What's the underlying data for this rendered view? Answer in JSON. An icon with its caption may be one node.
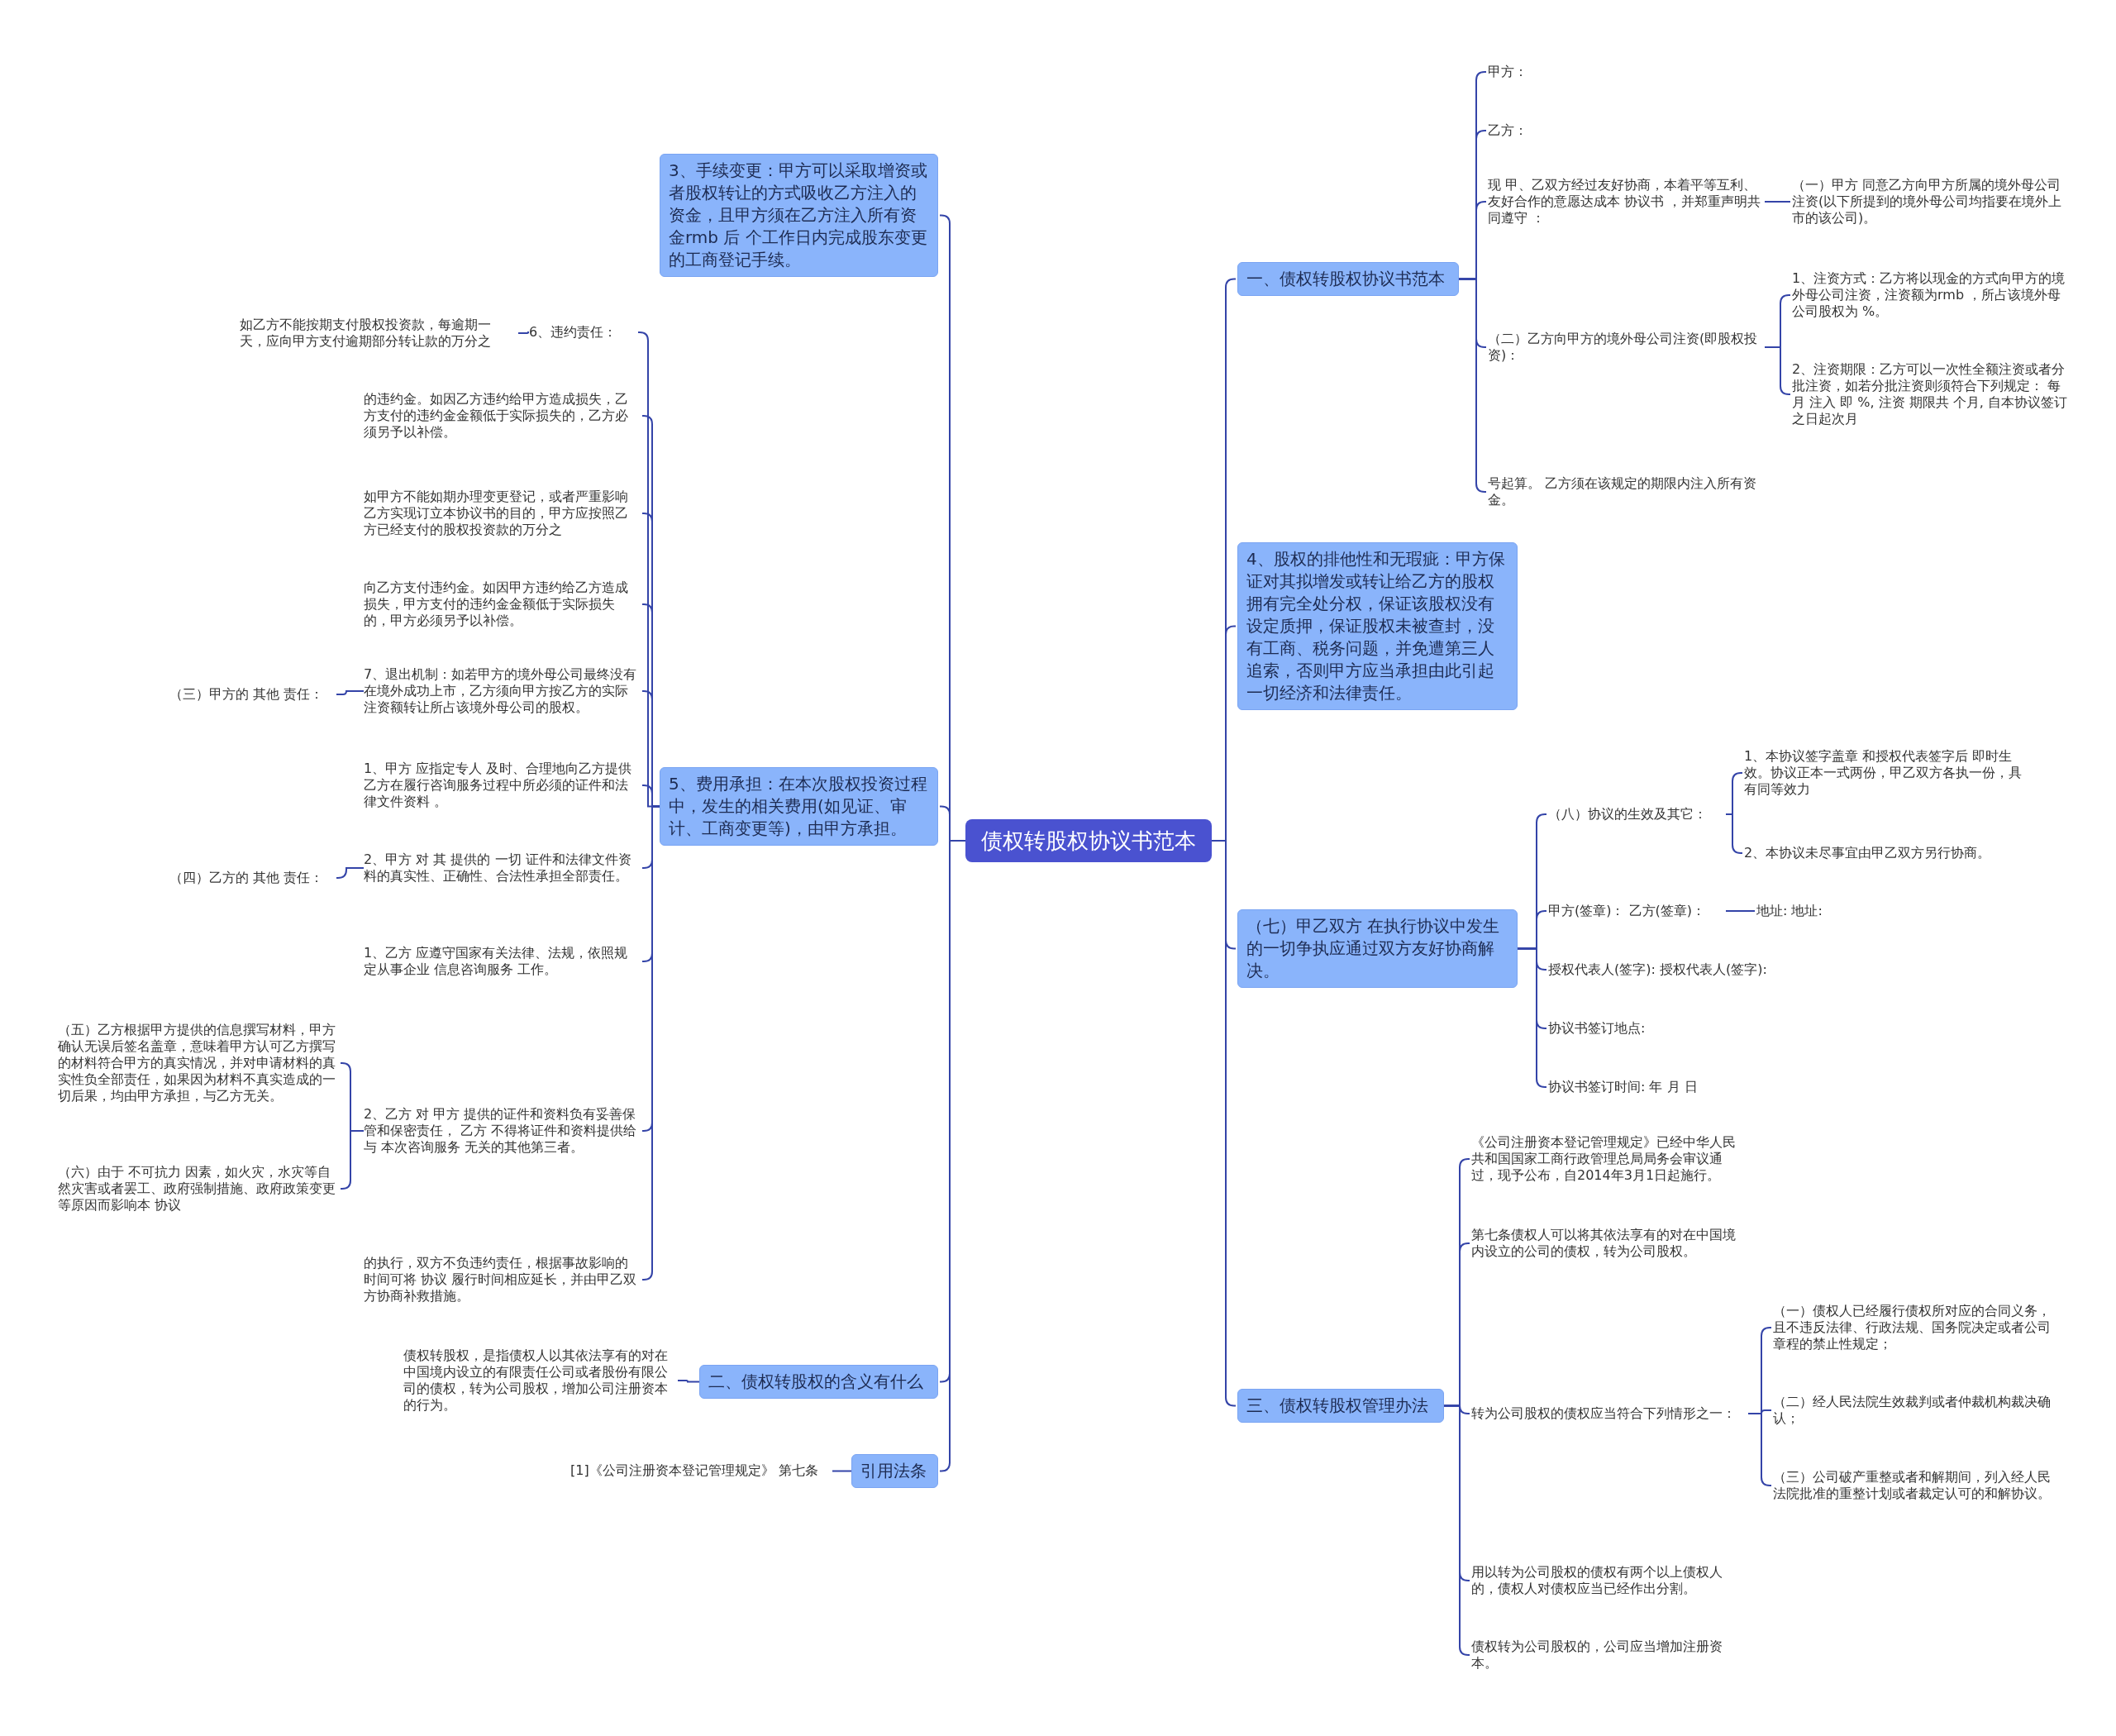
{
  "diagram": {
    "nodes": [
      {
        "text": [
          "债权转股权协议书范本"
        ]
      },
      {
        "text": [
          "3、手续变更：甲方可以采取增资或者股权转让的方式吸收乙方注入的资金，且甲方须在乙方注入所有资金rmb 后 个工作日内完成股东变更的工商登记手续。"
        ]
      },
      {
        "text": [
          "5、费用承担：在本次股权投资过程中，发生的相关费用(如见证、审计、工商变更等)，由甲方承担。"
        ]
      },
      {
        "text": [
          "6、违约责任："
        ]
      },
      {
        "text": [
          "如乙方不能按期支付股权投资款，每逾期一天，应向甲方支付逾期部分转让款的万分之"
        ]
      },
      {
        "text": [
          "的违约金。如因乙方违约给甲方造成损失，乙方支付的违约金金额低于实际损失的，乙方必须另予以补偿。"
        ]
      },
      {
        "text": [
          "如甲方不能如期办理变更登记，或者严重影响乙方实现订立本协议书的目的，甲方应按照乙方已经支付的股权投资款的万分之"
        ]
      },
      {
        "text": [
          "向乙方支付违约金。如因甲方违约给乙方造成损失，甲方支付的违约金金额低于实际损失的，甲方必须另予以补偿。"
        ]
      },
      {
        "text": [
          "7、退出机制：如若甲方的境外母公司最终没有在境外成功上市，乙方须向甲方按乙方的实际注资额转让所占该境外母公司的股权。"
        ]
      },
      {
        "text": [
          "（三）甲方的 其他 责任："
        ]
      },
      {
        "text": [
          "1、甲方 应指定专人 及时、合理地向乙方提供乙方在履行咨询服务过程中所必须的证件和法律文件资料 。"
        ]
      },
      {
        "text": [
          "2、甲方 对 其 提供的 一切 证件和法律文件资料的真实性、正确性、合法性承担全部责任。"
        ]
      },
      {
        "text": [
          "（四）乙方的 其他 责任："
        ]
      },
      {
        "text": [
          "1、乙方 应遵守国家有关法律、法规，依照规定从事企业 信息咨询服务 工作。"
        ]
      },
      {
        "text": [
          "2、乙方 对 甲方 提供的证件和资料负有妥善保管和保密责任， 乙方 不得将证件和资料提供给与 本次咨询服务 无关的其他第三者。"
        ]
      },
      {
        "text": [
          "（五）乙方根据甲方提供的信息撰写材料，甲方确认无误后签名盖章，意味着甲方认可乙方撰写的材料符合甲方的真实情况，并对申请材料的真实性负全部责任，如果因为材料不真实造成的一切后果，均由甲方承担，与乙方无关。"
        ]
      },
      {
        "text": [
          "（六）由于 不可抗力 因素，如火灾，水灾等自然灾害或者罢工、政府强制措施、政府政策变更等原因而影响本 协议"
        ]
      },
      {
        "text": [
          "的执行，双方不负违约责任，根据事故影响的时间可将 协议 履行时间相应延长，并由甲乙双方协商补救措施。"
        ]
      },
      {
        "text": [
          "二、债权转股权的含义有什么"
        ]
      },
      {
        "text": [
          "债权转股权，是指债权人以其依法享有的对在中国境内设立的有限责任公司或者股份有限公司的债权，转为公司股权，增加公司注册资本的行为。"
        ]
      },
      {
        "text": [
          "引用法条"
        ]
      },
      {
        "text": [
          "[1]《公司注册资本登记管理规定》 第七条"
        ]
      },
      {
        "text": [
          "一、债权转股权协议书范本"
        ]
      },
      {
        "text": [
          "甲方："
        ]
      },
      {
        "text": [
          "乙方："
        ]
      },
      {
        "text": [
          "现 甲、乙双方经过友好协商，本着平等互利、友好合作的意愿达成本 协议书 ，并郑重声明共同遵守 ："
        ]
      },
      {
        "text": [
          "（一）甲方 同意乙方向甲方所属的境外母公司注资(以下所提到的境外母公司均指要在境外上市的该公司)。"
        ]
      },
      {
        "text": [
          "（二）乙方向甲方的境外母公司注资(即股权投资)："
        ]
      },
      {
        "text": [
          "1、注资方式：乙方将以现金的方式向甲方的境外母公司注资，注资额为rmb ，所占该境外母公司股权为 %。"
        ]
      },
      {
        "text": [
          "2、注资期限：乙方可以一次性全额注资或者分批注资，如若分批注资则须符合下列规定： 每月 注入 即 %, 注资 期限共 个月, 自本协议签订之日起次月"
        ]
      },
      {
        "text": [
          "号起算。 乙方须在该规定的期限内注入所有资金。"
        ]
      },
      {
        "text": [
          "4、股权的排他性和无瑕疵：甲方保证对其拟增发或转让给乙方的股权拥有完全处分权，保证该股权没有设定质押，保证股权未被查封，没有工商、税务问题，并免遭第三人追索，否则甲方应当承担由此引起一切经济和法律责任。"
        ]
      },
      {
        "text": [
          "（七）甲乙双方 在执行协议中发生的一切争执应通过双方友好协商解决。"
        ]
      },
      {
        "text": [
          "（八）协议的生效及其它："
        ]
      },
      {
        "text": [
          "1、本协议签字盖章 和授权代表签字后 即时生效。协议正本一式两份，甲乙双方各执一份，具有同等效力"
        ]
      },
      {
        "text": [
          "2、本协议未尽事宜由甲乙双方另行协商。"
        ]
      },
      {
        "text": [
          "甲方(签章)： 乙方(签章)："
        ]
      },
      {
        "text": [
          "地址: 地址:"
        ]
      },
      {
        "text": [
          "授权代表人(签字): 授权代表人(签字):"
        ]
      },
      {
        "text": [
          "协议书签订地点:"
        ]
      },
      {
        "text": [
          "协议书签订时间: 年 月 日"
        ]
      },
      {
        "text": [
          "三、债权转股权管理办法"
        ]
      },
      {
        "text": [
          "《公司注册资本登记管理规定》已经中华人民共和国国家工商行政管理总局局务会审议通过，现予公布，自2014年3月1日起施行。"
        ]
      },
      {
        "text": [
          "第七条债权人可以将其依法享有的对在中国境内设立的公司的债权，转为公司股权。"
        ]
      },
      {
        "text": [
          "转为公司股权的债权应当符合下列情形之一："
        ]
      },
      {
        "text": [
          "（一）债权人已经履行债权所对应的合同义务，且不违反法律、行政法规、国务院决定或者公司章程的禁止性规定；"
        ]
      },
      {
        "text": [
          "（二）经人民法院生效裁判或者仲裁机构裁决确认；"
        ]
      },
      {
        "text": [
          "（三）公司破产重整或者和解期间，列入经人民法院批准的重整计划或者裁定认可的和解协议。"
        ]
      },
      {
        "text": [
          "用以转为公司股权的债权有两个以上债权人的，债权人对债权应当已经作出分割。"
        ]
      },
      {
        "text": [
          "债权转为公司股权的，公司应当增加注册资本。"
        ]
      }
    ],
    "edges": [
      {
        "from": 0,
        "to": 1,
        "arrow": "none"
      },
      {
        "from": 0,
        "to": 2,
        "arrow": "none"
      },
      {
        "from": 2,
        "to": 3,
        "arrow": "none"
      },
      {
        "from": 3,
        "to": 4,
        "arrow": "none"
      },
      {
        "from": 2,
        "to": 5,
        "arrow": "none"
      },
      {
        "from": 2,
        "to": 6,
        "arrow": "none"
      },
      {
        "from": 2,
        "to": 7,
        "arrow": "none"
      },
      {
        "from": 2,
        "to": 8,
        "arrow": "none"
      },
      {
        "from": 8,
        "to": 9,
        "arrow": "none"
      },
      {
        "from": 2,
        "to": 10,
        "arrow": "none"
      },
      {
        "from": 2,
        "to": 11,
        "arrow": "none"
      },
      {
        "from": 11,
        "to": 12,
        "arrow": "none"
      },
      {
        "from": 2,
        "to": 13,
        "arrow": "none"
      },
      {
        "from": 2,
        "to": 14,
        "arrow": "none"
      },
      {
        "from": 14,
        "to": 15,
        "arrow": "none"
      },
      {
        "from": 14,
        "to": 16,
        "arrow": "none"
      },
      {
        "from": 2,
        "to": 17,
        "arrow": "none"
      },
      {
        "from": 0,
        "to": 18,
        "arrow": "none"
      },
      {
        "from": 18,
        "to": 19,
        "arrow": "none"
      },
      {
        "from": 0,
        "to": 20,
        "arrow": "none"
      },
      {
        "from": 20,
        "to": 21,
        "arrow": "none"
      },
      {
        "from": 0,
        "to": 22,
        "arrow": "none"
      },
      {
        "from": 22,
        "to": 23,
        "arrow": "none"
      },
      {
        "from": 22,
        "to": 24,
        "arrow": "none"
      },
      {
        "from": 22,
        "to": 25,
        "arrow": "none"
      },
      {
        "from": 25,
        "to": 26,
        "arrow": "none"
      },
      {
        "from": 22,
        "to": 27,
        "arrow": "none"
      },
      {
        "from": 27,
        "to": 28,
        "arrow": "none"
      },
      {
        "from": 27,
        "to": 29,
        "arrow": "none"
      },
      {
        "from": 22,
        "to": 30,
        "arrow": "none"
      },
      {
        "from": 0,
        "to": 31,
        "arrow": "none"
      },
      {
        "from": 0,
        "to": 32,
        "arrow": "none"
      },
      {
        "from": 32,
        "to": 33,
        "arrow": "none"
      },
      {
        "from": 33,
        "to": 34,
        "arrow": "none"
      },
      {
        "from": 33,
        "to": 35,
        "arrow": "none"
      },
      {
        "from": 32,
        "to": 36,
        "arrow": "none"
      },
      {
        "from": 36,
        "to": 37,
        "arrow": "none"
      },
      {
        "from": 32,
        "to": 38,
        "arrow": "none"
      },
      {
        "from": 32,
        "to": 39,
        "arrow": "none"
      },
      {
        "from": 32,
        "to": 40,
        "arrow": "none"
      },
      {
        "from": 0,
        "to": 41,
        "arrow": "none"
      },
      {
        "from": 41,
        "to": 42,
        "arrow": "none"
      },
      {
        "from": 41,
        "to": 43,
        "arrow": "none"
      },
      {
        "from": 41,
        "to": 44,
        "arrow": "none"
      },
      {
        "from": 44,
        "to": 45,
        "arrow": "none"
      },
      {
        "from": 44,
        "to": 46,
        "arrow": "none"
      },
      {
        "from": 44,
        "to": 47,
        "arrow": "none"
      },
      {
        "from": 41,
        "to": 48,
        "arrow": "none"
      },
      {
        "from": 41,
        "to": 49,
        "arrow": "none"
      }
    ]
  }
}
